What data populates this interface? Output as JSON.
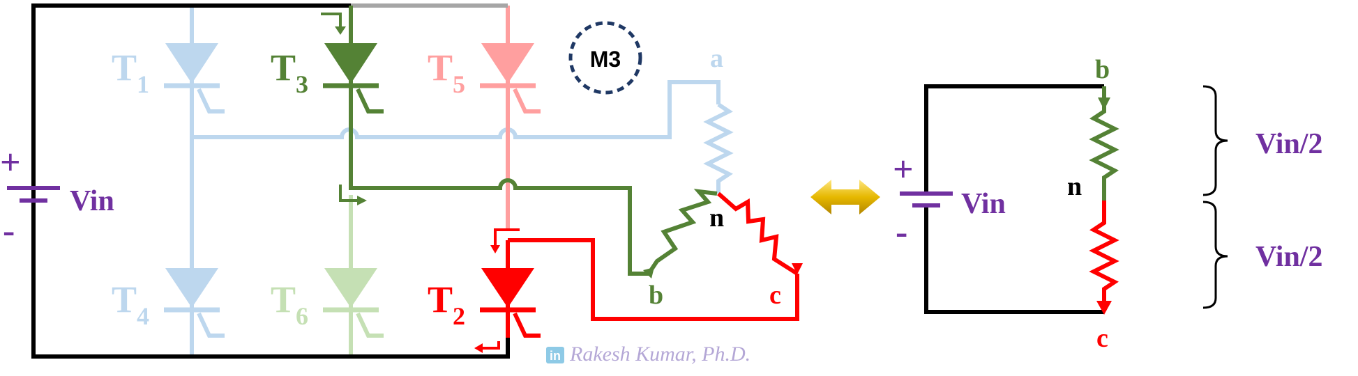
{
  "colors": {
    "black": "#000000",
    "phase_a": "#bdd7ee",
    "phase_b": "#548235",
    "phase_b_light": "#c5e0b4",
    "phase_c": "#ff0000",
    "phase_c_light": "#ff9f9f",
    "wire_gray": "#a6a6a6",
    "purple": "#7030a0",
    "mode_circle": "#1f3864",
    "arrow_gold": "#e6b800",
    "credit": "#b4a7d6",
    "linkedin": "#8ecae6"
  },
  "mode_label": "M3",
  "thyristors": [
    {
      "name": "T",
      "sub": "1",
      "state": "off",
      "color": "#bdd7ee"
    },
    {
      "name": "T",
      "sub": "3",
      "state": "on",
      "color": "#548235"
    },
    {
      "name": "T",
      "sub": "5",
      "state": "off",
      "color": "#ff9f9f"
    },
    {
      "name": "T",
      "sub": "4",
      "state": "off",
      "color": "#bdd7ee"
    },
    {
      "name": "T",
      "sub": "6",
      "state": "off",
      "color": "#c5e0b4"
    },
    {
      "name": "T",
      "sub": "2",
      "state": "on",
      "color": "#ff0000"
    }
  ],
  "source": {
    "plus": "+",
    "minus": "-",
    "label": "Vin"
  },
  "load": {
    "a": "a",
    "b": "b",
    "c": "c",
    "n": "n"
  },
  "equivalent": {
    "plus": "+",
    "minus": "-",
    "source_label": "Vin",
    "b": "b",
    "n": "n",
    "c": "c",
    "upper_voltage": "Vin/2",
    "lower_voltage": "Vin/2"
  },
  "equivalence_arrow_icon": "double-arrow-icon",
  "credit": {
    "icon": "linkedin-icon",
    "icon_text": "in",
    "text": "Rakesh Kumar, Ph.D."
  }
}
